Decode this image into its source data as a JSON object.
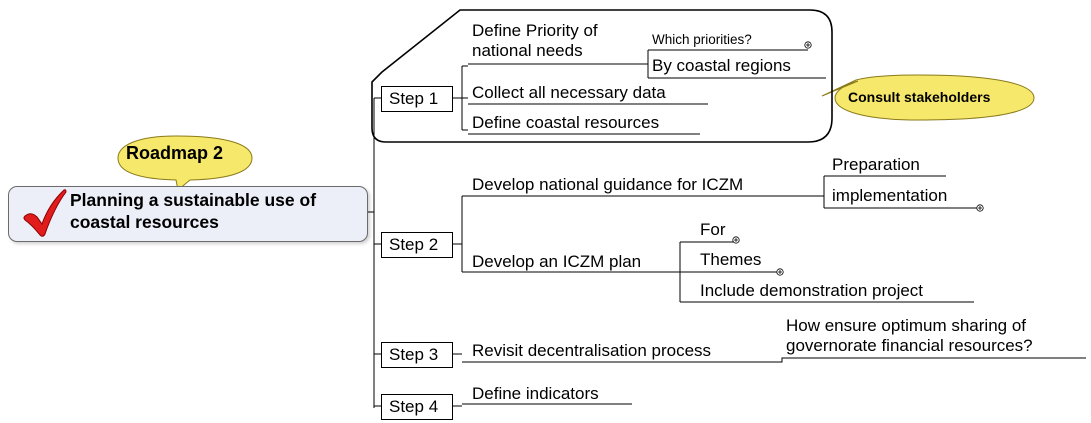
{
  "central": {
    "label": "Planning a sustainable use of coastal resources",
    "callout": "Roadmap 2"
  },
  "icons": {
    "central_icon": "check-mark-icon",
    "expand_icon": "circle-plus-icon"
  },
  "colors": {
    "central_fill": "#eceff8",
    "callout_fill": "#f6e86a",
    "line": "#000000"
  },
  "steps": [
    {
      "label": "Step 1",
      "callout": "Consult stakeholders",
      "children": [
        {
          "label": "Define Priority of national needs",
          "children": [
            {
              "label": "Which priorities?"
            },
            {
              "label": "By coastal regions"
            }
          ]
        },
        {
          "label": "Collect all necessary data"
        },
        {
          "label": "Define coastal resources"
        }
      ]
    },
    {
      "label": "Step 2",
      "children": [
        {
          "label": "Develop national guidance for ICZM",
          "children": [
            {
              "label": "Preparation"
            },
            {
              "label": "implementation"
            }
          ]
        },
        {
          "label": "Develop an ICZM plan",
          "children": [
            {
              "label": "For"
            },
            {
              "label": "Themes"
            },
            {
              "label": "Include demonstration project"
            }
          ]
        }
      ]
    },
    {
      "label": "Step 3",
      "children": [
        {
          "label": "Revisit decentralisation process",
          "children": [
            {
              "label": "How ensure optimum sharing of governorate financial resources?"
            }
          ]
        }
      ]
    },
    {
      "label": "Step 4",
      "children": [
        {
          "label": "Define indicators"
        }
      ]
    }
  ]
}
